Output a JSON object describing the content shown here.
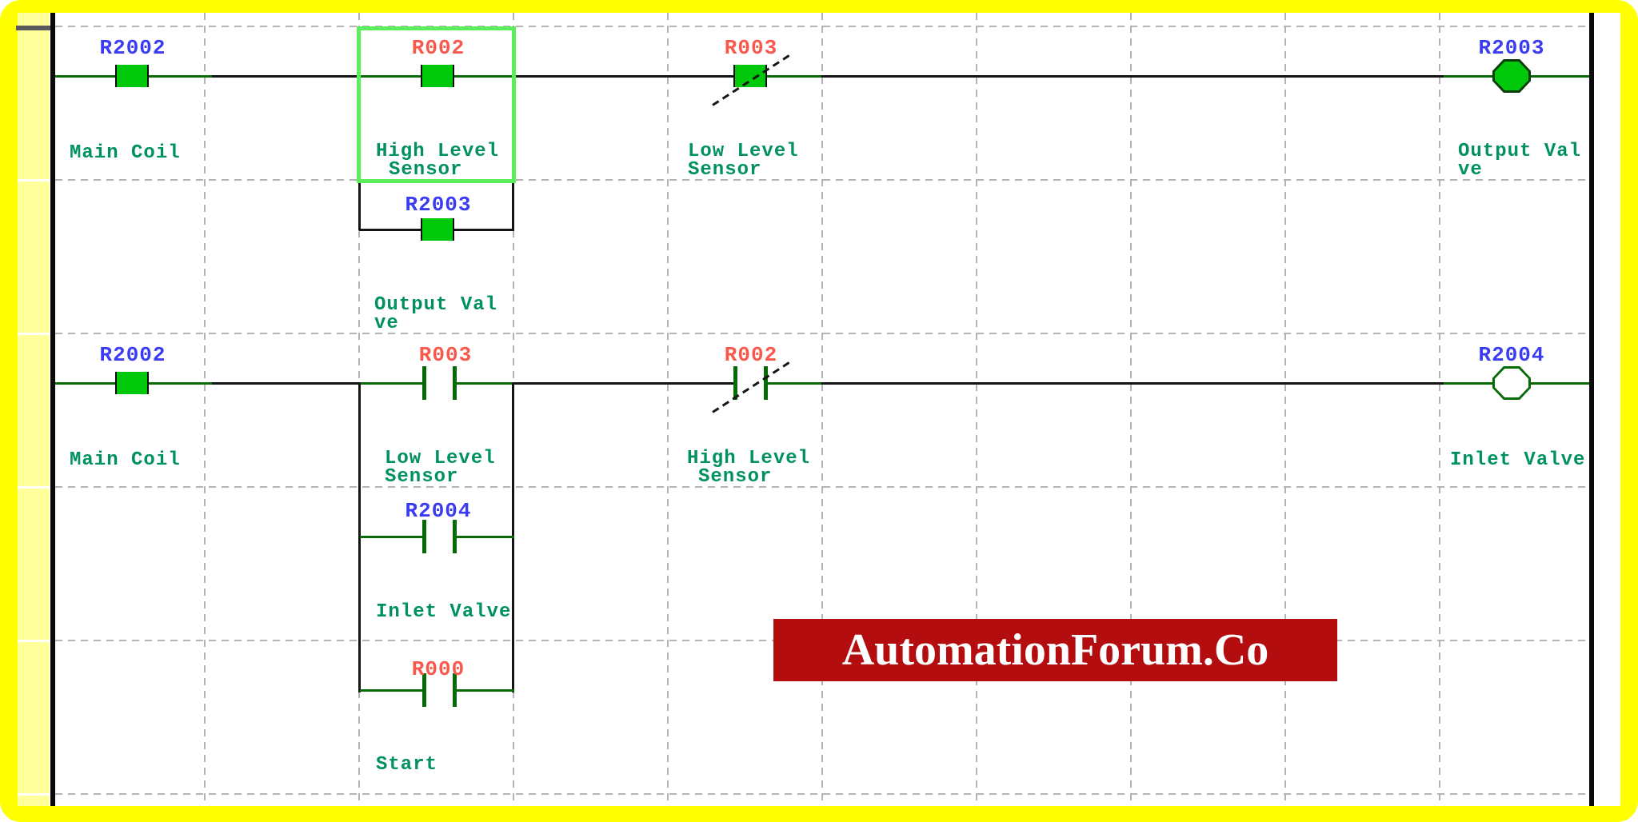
{
  "watermark": {
    "text": "AutomationForum.Co"
  },
  "colors": {
    "frame_yellow": "#ffff00",
    "margin_pale_yellow": "#ffff9c",
    "energized_green": "#00c80a",
    "wire_green": "#066b06",
    "selection_green": "#5bee5b",
    "label_blue": "#3b3bf2",
    "label_red": "#f9584c",
    "comment_green": "#00915f",
    "banner_red": "#b30d10"
  },
  "rungs": [
    {
      "name": "rung-1",
      "elements": [
        {
          "type": "contact-no-energized",
          "label": "R2002",
          "comment": [
            "Main Coil"
          ]
        },
        {
          "type": "contact-no-energized-selected",
          "label": "R002",
          "comment": [
            "High Level",
            "Sensor"
          ]
        },
        {
          "type": "contact-nc-energized",
          "label": "R003",
          "comment": [
            "Low Level",
            "Sensor"
          ]
        },
        {
          "type": "coil-energized",
          "label": "R2003",
          "comment": [
            "Output Val",
            "ve"
          ]
        }
      ],
      "branch_elements": [
        {
          "type": "contact-no-energized",
          "label": "R2003",
          "comment": [
            "Output Val",
            "ve"
          ]
        }
      ]
    },
    {
      "name": "rung-2",
      "elements": [
        {
          "type": "contact-no-energized",
          "label": "R2002",
          "comment": [
            "Main Coil"
          ]
        },
        {
          "type": "contact-no",
          "label": "R003",
          "comment": [
            "Low Level",
            "Sensor"
          ]
        },
        {
          "type": "contact-nc",
          "label": "R002",
          "comment": [
            "High Level",
            "Sensor"
          ]
        },
        {
          "type": "coil-off",
          "label": "R2004",
          "comment": [
            "Inlet Valve"
          ]
        }
      ],
      "branch_elements": [
        {
          "type": "contact-no",
          "label": "R2004",
          "comment": [
            "Inlet Valve"
          ]
        },
        {
          "type": "contact-no",
          "label": "R000",
          "comment": [
            "Start"
          ]
        }
      ]
    }
  ]
}
